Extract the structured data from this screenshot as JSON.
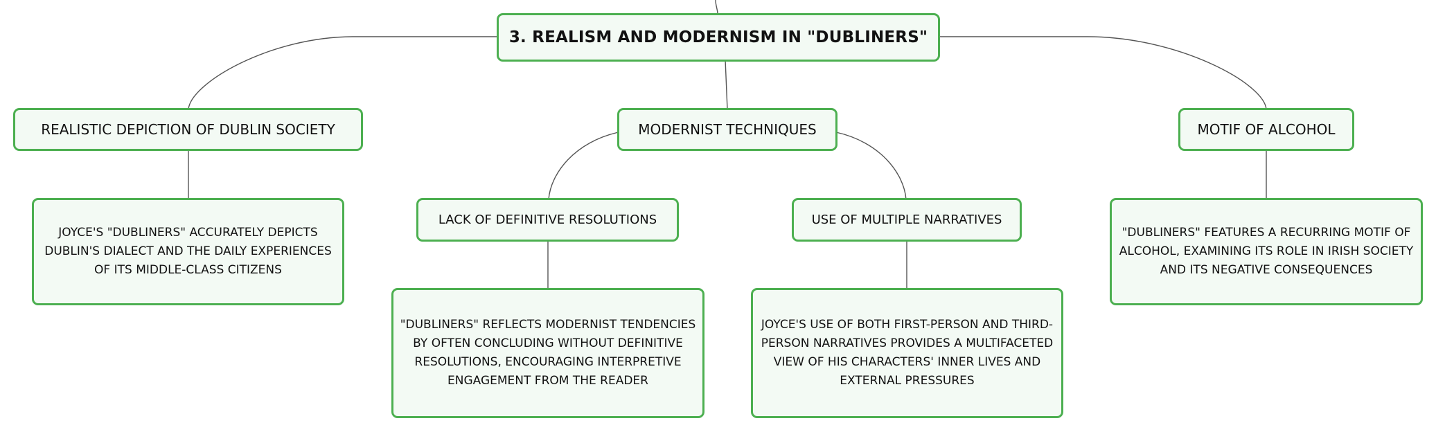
{
  "root": {
    "label": "3. REALISM AND MODERNISM IN \"DUBLINERS\""
  },
  "branches": {
    "realistic": {
      "label": "REALISTIC DEPICTION OF DUBLIN SOCIETY",
      "detail": "JOYCE'S \"DUBLINERS\" ACCURATELY DEPICTS DUBLIN'S DIALECT AND THE DAILY EXPERIENCES OF ITS MIDDLE-CLASS CITIZENS"
    },
    "modernist": {
      "label": "MODERNIST TECHNIQUES",
      "children": {
        "lack": {
          "label": "LACK OF DEFINITIVE RESOLUTIONS",
          "detail": "\"DUBLINERS\" REFLECTS MODERNIST TENDENCIES BY OFTEN CONCLUDING WITHOUT DEFINITIVE RESOLUTIONS, ENCOURAGING INTERPRETIVE ENGAGEMENT FROM THE READER"
        },
        "narratives": {
          "label": "USE OF MULTIPLE NARRATIVES",
          "detail": "JOYCE'S USE OF BOTH FIRST-PERSON AND THIRD-PERSON NARRATIVES PROVIDES A MULTIFACETED VIEW OF HIS CHARACTERS' INNER LIVES AND EXTERNAL PRESSURES"
        }
      }
    },
    "alcohol": {
      "label": "MOTIF OF ALCOHOL",
      "detail": "\"DUBLINERS\" FEATURES A RECURRING MOTIF OF ALCOHOL, EXAMINING ITS ROLE IN IRISH SOCIETY AND ITS NEGATIVE CONSEQUENCES"
    }
  },
  "colors": {
    "node_border": "#4caf50",
    "node_fill": "#f3faf4",
    "connector": "#555555",
    "text": "#111111"
  }
}
